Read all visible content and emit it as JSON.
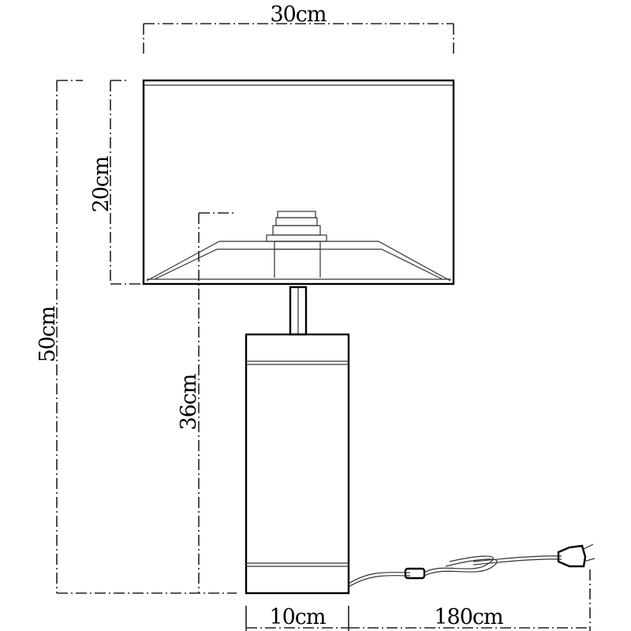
{
  "dimensions": {
    "shade_width": "30cm",
    "shade_height": "20cm",
    "total_height": "50cm",
    "base_height": "36cm",
    "base_width": "10cm",
    "cable_length": "180cm"
  }
}
